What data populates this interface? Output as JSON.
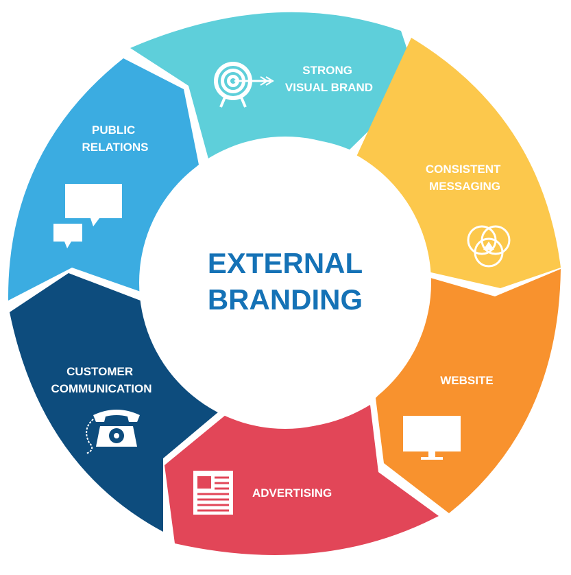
{
  "center": {
    "line1": "EXTERNAL",
    "line2": "BRANDING",
    "color": "#1572b6"
  },
  "segments": [
    {
      "id": "strong-visual-brand",
      "lines": [
        "STRONG",
        "VISUAL BRAND"
      ],
      "color": "#5ecfda",
      "icon": "target-icon"
    },
    {
      "id": "consistent-messaging",
      "lines": [
        "CONSISTENT",
        "MESSAGING"
      ],
      "color": "#fcc84c",
      "icon": "venn-diagram-icon"
    },
    {
      "id": "website",
      "lines": [
        "WEBSITE"
      ],
      "color": "#f8922e",
      "icon": "monitor-icon"
    },
    {
      "id": "advertising",
      "lines": [
        "ADVERTISING"
      ],
      "color": "#e24658",
      "icon": "newspaper-icon"
    },
    {
      "id": "customer-communication",
      "lines": [
        "CUSTOMER",
        "COMMUNICATION"
      ],
      "color": "#0d4c7d",
      "icon": "telephone-icon"
    },
    {
      "id": "public-relations",
      "lines": [
        "PUBLIC",
        "RELATIONS"
      ],
      "color": "#3bace1",
      "icon": "speech-bubbles-icon"
    }
  ]
}
